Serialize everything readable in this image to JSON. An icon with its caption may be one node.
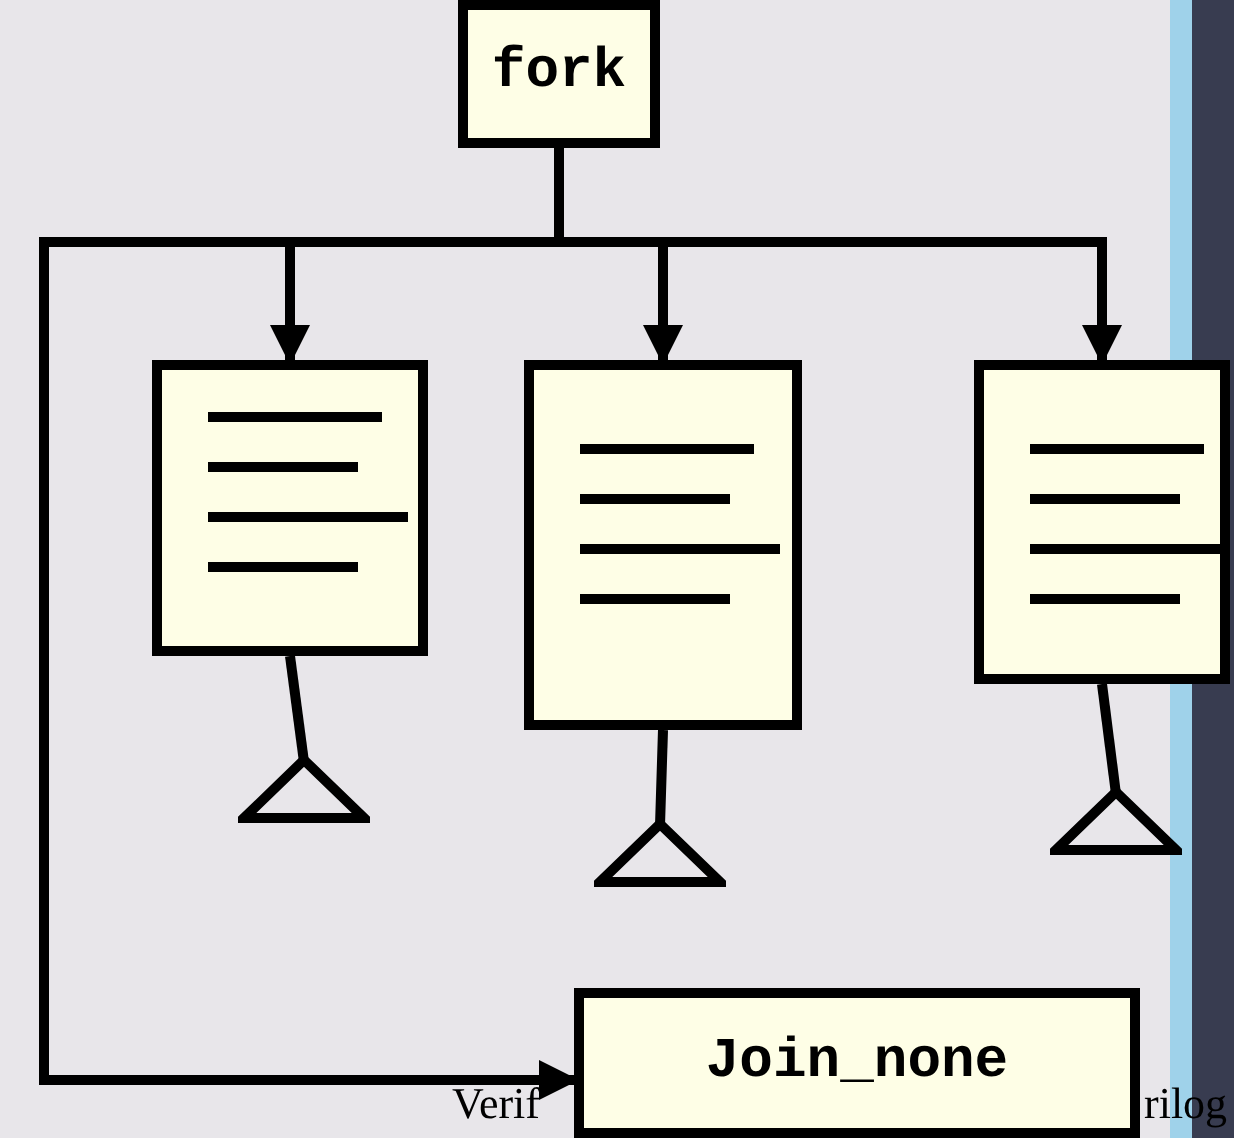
{
  "diagram": {
    "nodes": [
      {
        "text": [
          "fork"
        ]
      },
      {
        "text": [],
        "shape": "box"
      },
      {
        "text": [],
        "shape": "box"
      },
      {
        "text": [],
        "shape": "box"
      },
      {
        "text": [],
        "shape": "triangle"
      },
      {
        "text": [],
        "shape": "triangle"
      },
      {
        "text": [],
        "shape": "triangle"
      },
      {
        "text": [
          "Join_none"
        ]
      }
    ],
    "edges": [
      {
        "from": 0,
        "to": 1,
        "arrow": "to"
      },
      {
        "from": 0,
        "to": 2,
        "arrow": "to"
      },
      {
        "from": 0,
        "to": 3,
        "arrow": "to"
      },
      {
        "from": 0,
        "to": 7,
        "arrow": "to"
      },
      {
        "from": 1,
        "to": 4,
        "arrow": "none"
      },
      {
        "from": 2,
        "to": 5,
        "arrow": "none"
      },
      {
        "from": 3,
        "to": 6,
        "arrow": "none"
      }
    ],
    "labels": [
      "Verif",
      "rilog"
    ]
  }
}
